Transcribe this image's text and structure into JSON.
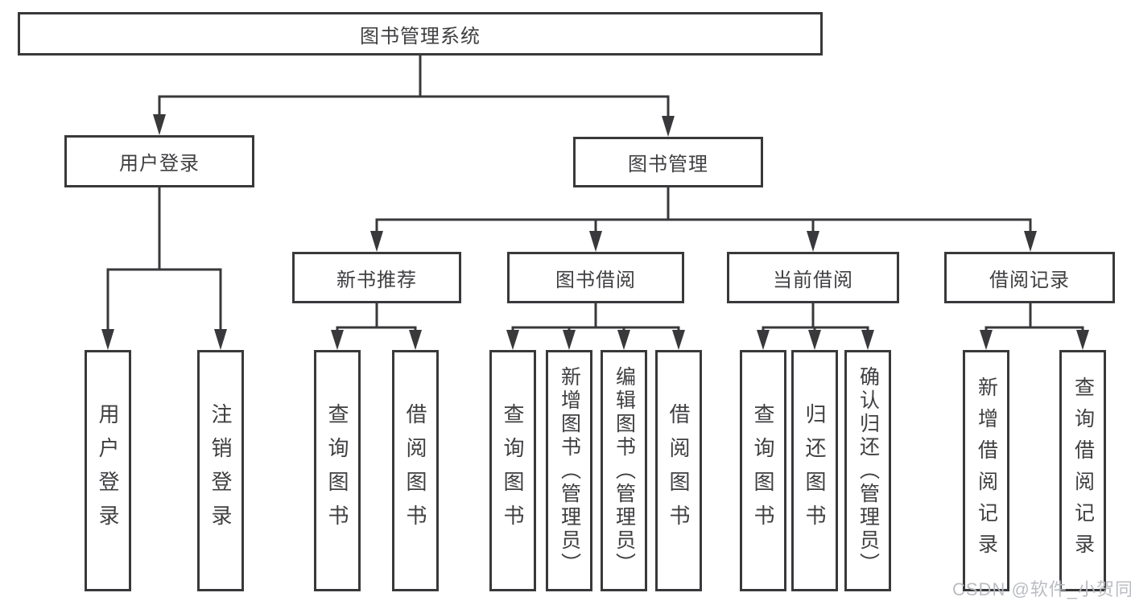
{
  "diagram": {
    "watermark": "CSDN @软件_小贺同学",
    "colors": {
      "line": "#39393c",
      "box_border": "#39393c",
      "box_fill": "#ffffff",
      "text": "#3f3f42",
      "watermark": "#b6b9bf"
    },
    "tree": {
      "label": "图书管理系统",
      "children": [
        {
          "label": "用户登录",
          "children": [
            {
              "label": "用户登录"
            },
            {
              "label": "注销登录"
            }
          ]
        },
        {
          "label": "图书管理",
          "children": [
            {
              "label": "新书推荐",
              "children": [
                {
                  "label": "查询图书"
                },
                {
                  "label": "借阅图书"
                }
              ]
            },
            {
              "label": "图书借阅",
              "children": [
                {
                  "label": "查询图书"
                },
                {
                  "label": "新增图书（管理员）"
                },
                {
                  "label": "编辑图书（管理员）"
                },
                {
                  "label": "借阅图书"
                }
              ]
            },
            {
              "label": "当前借阅",
              "children": [
                {
                  "label": "查询图书"
                },
                {
                  "label": "归还图书"
                },
                {
                  "label": "确认归还（管理员）"
                }
              ]
            },
            {
              "label": "借阅记录",
              "children": [
                {
                  "label": "新增借阅记录"
                },
                {
                  "label": "查询借阅记录"
                }
              ]
            }
          ]
        }
      ]
    }
  }
}
